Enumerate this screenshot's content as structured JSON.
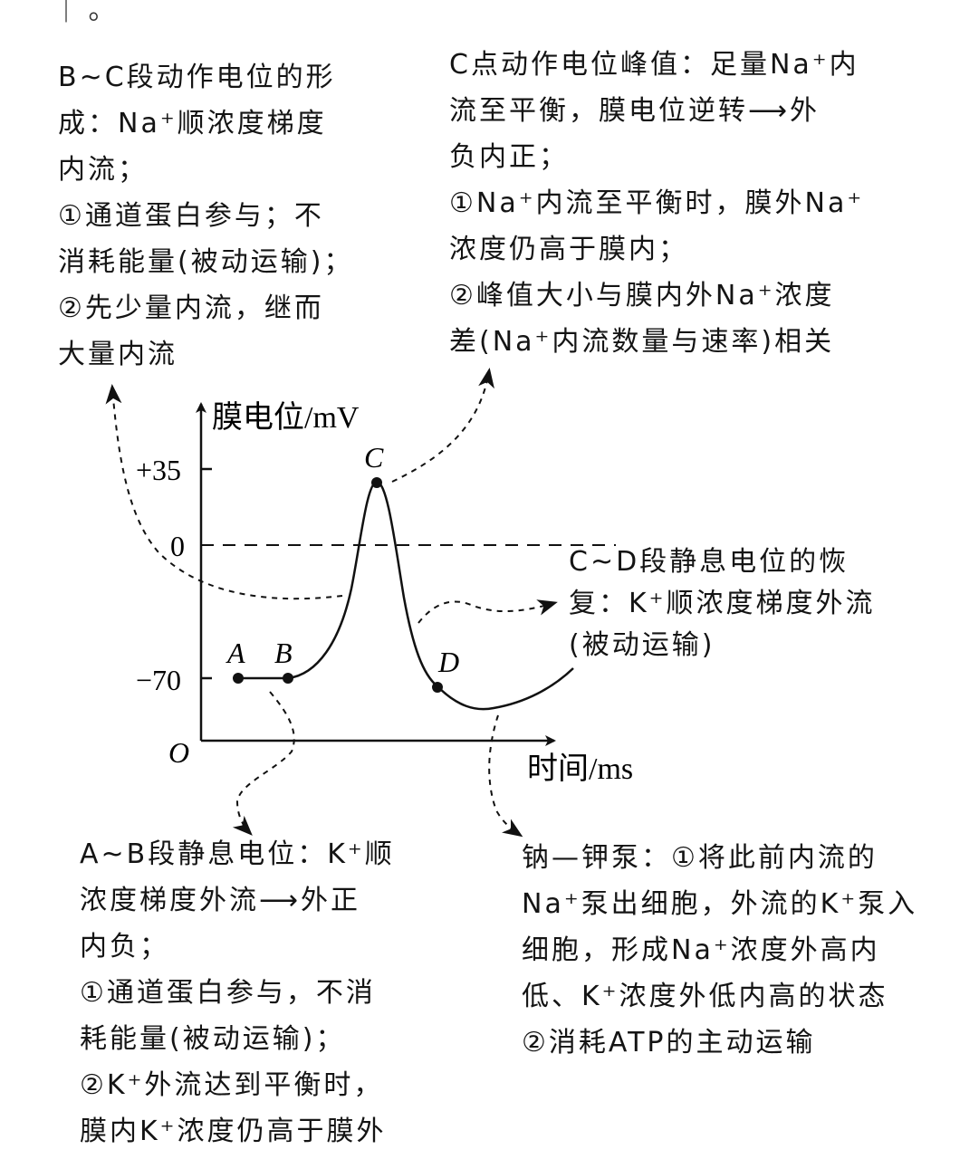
{
  "top_fragment": "｜ 。",
  "graph": {
    "y_axis_label": "膜电位/mV",
    "x_axis_label": "时间/ms",
    "origin_label": "O",
    "ticks": [
      {
        "label": "+35",
        "value": 35
      },
      {
        "label": "0",
        "value": 0
      },
      {
        "label": "−70",
        "value": -70
      }
    ],
    "points": [
      {
        "label": "A",
        "value": -70
      },
      {
        "label": "B",
        "value": -70
      },
      {
        "label": "C",
        "value": 30
      },
      {
        "label": "D",
        "value": -75
      }
    ]
  },
  "annotations": {
    "bc": {
      "lines": [
        "B~C段动作电位的形",
        "成：Na⁺顺浓度梯度",
        "内流；",
        "①通道蛋白参与；不",
        "消耗能量(被动运输)；",
        "②先少量内流，继而",
        "大量内流"
      ]
    },
    "c": {
      "lines": [
        "C点动作电位峰值：足量Na⁺内",
        "流至平衡，膜电位逆转⟶外",
        "负内正；",
        "①Na⁺内流至平衡时，膜外Na⁺",
        "浓度仍高于膜内；",
        "②峰值大小与膜内外Na⁺浓度",
        "差(Na⁺内流数量与速率)相关"
      ]
    },
    "cd": {
      "lines": [
        "C~D段静息电位的恢",
        "复：K⁺顺浓度梯度外流",
        "(被动运输)"
      ]
    },
    "ab": {
      "lines": [
        "A~B段静息电位：K⁺顺",
        "浓度梯度外流⟶外正",
        "内负；",
        "①通道蛋白参与，不消",
        "耗能量(被动运输)；",
        "②K⁺外流达到平衡时，",
        "膜内K⁺浓度仍高于膜外"
      ]
    },
    "pump": {
      "lines": [
        "钠—钾泵：①将此前内流的",
        "Na⁺泵出细胞，外流的K⁺泵入",
        "细胞，形成Na⁺浓度外高内",
        "低、K⁺浓度外低内高的状态",
        "②消耗ATP的主动运输"
      ]
    }
  }
}
